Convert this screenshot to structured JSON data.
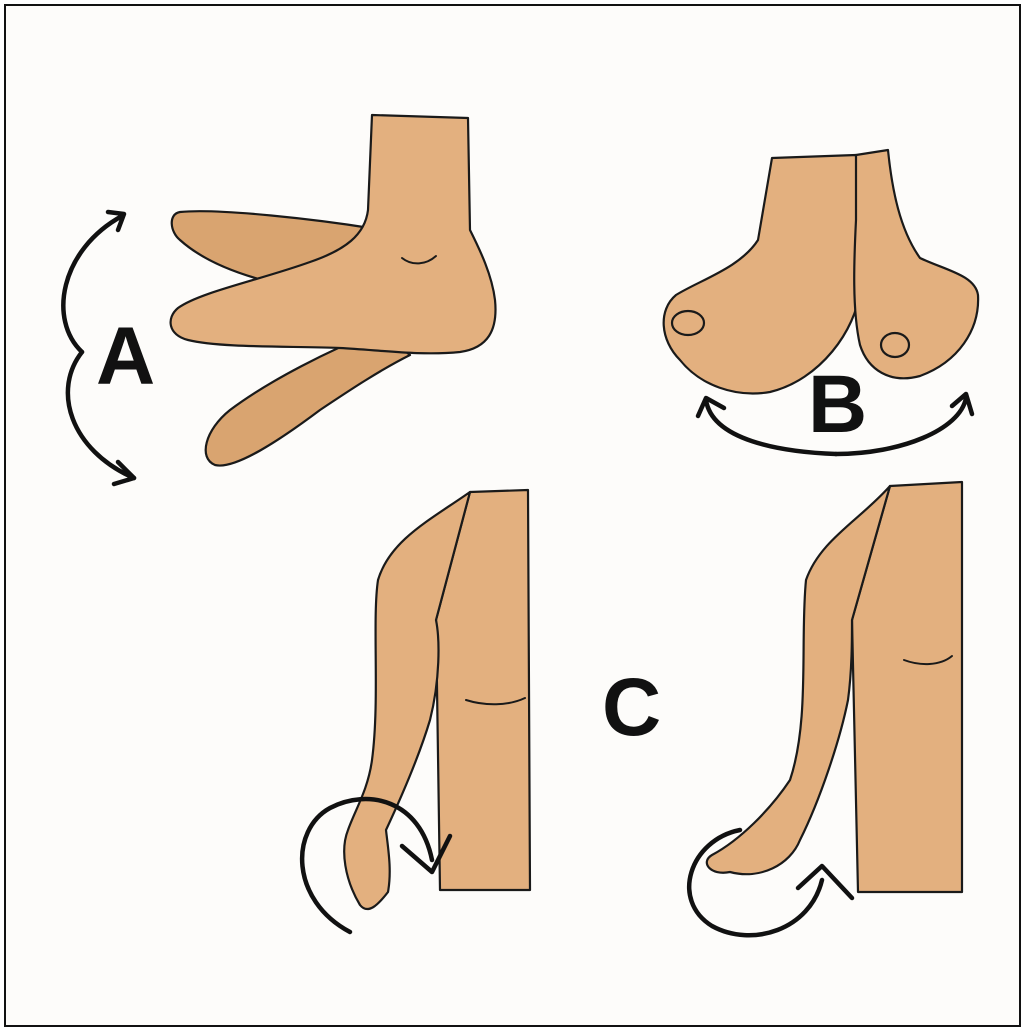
{
  "labels": {
    "a": "A",
    "b": "B",
    "c": "C"
  },
  "panels": [
    {
      "id": "A",
      "subject": "foot-side-view"
    },
    {
      "id": "B",
      "subject": "feet-front-view"
    },
    {
      "id": "C",
      "subject": "arm-rotation"
    }
  ],
  "colors": {
    "skin": "#e3b07f",
    "skin_shade": "#d9a470",
    "outline": "#1a1a1a",
    "arrow": "#111111",
    "frame": "#111111",
    "background": "#fdfcfa"
  }
}
